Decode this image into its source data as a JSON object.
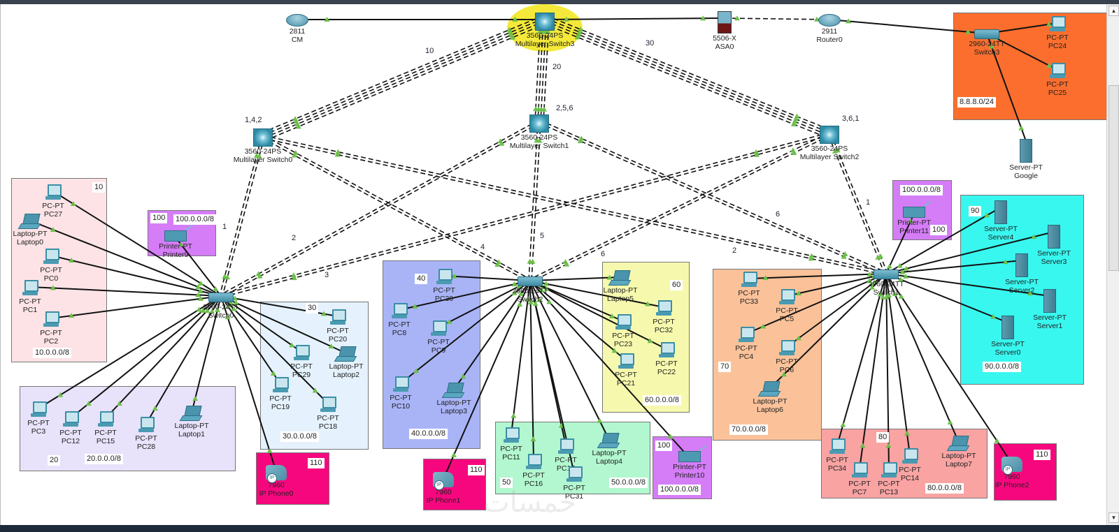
{
  "colors": {
    "link_arrow": "#6cbf4a",
    "area_vlan10": "#fde3e6",
    "area_vlan20": "#e8e2fa",
    "area_vlan30": "#e5f2fd",
    "area_vlan40": "#a9b4f7",
    "area_vlan50": "#b2f7cf",
    "area_vlan60": "#f6f9ad",
    "area_vlan70": "#fbc29a",
    "area_vlan80": "#f9a3a3",
    "area_vlan90": "#38f7ef",
    "area_printer": "#d57cf7",
    "area_phone": "#f7077e",
    "area_internet": "#fb6e2e",
    "highlight": "#f4e93a"
  },
  "core": {
    "cm": {
      "model": "2811",
      "name": "CM"
    },
    "mls3": {
      "model": "3560-24PS",
      "name": "Multilayer Switch3"
    },
    "asa": {
      "model": "5506-X",
      "name": "ASA0"
    },
    "router": {
      "model": "2911",
      "name": "Router0"
    },
    "mls0": {
      "model": "3560-24PS",
      "name": "Multilayer Switch0",
      "vlans": "1,4,2"
    },
    "mls1": {
      "model": "3560-24PS",
      "name": "Multilayer Switch1",
      "vlans": "2,5,6"
    },
    "mls2": {
      "model": "3560-24PS",
      "name": "Multilayer Switch2",
      "vlans": "3,6,1"
    }
  },
  "link_labels": [
    "10",
    "20",
    "30",
    "1",
    "2",
    "3",
    "4",
    "5",
    "6",
    "6",
    "2",
    "1"
  ],
  "access_switches": [
    {
      "model": "2960-24TT",
      "name": "Switch0"
    },
    {
      "model": "2960-24TT",
      "name": "Switch2"
    },
    {
      "model": "2960-24TT",
      "name": "Switch1"
    },
    {
      "model": "2960-24TT",
      "name": "Switch3"
    }
  ],
  "areas": {
    "vlan10": {
      "vlan": "10",
      "subnet": "10.0.0.0/8",
      "devices": [
        {
          "type": "PC-PT",
          "name": "PC27"
        },
        {
          "type": "Laptop-PT",
          "name": "Laptop0"
        },
        {
          "type": "PC-PT",
          "name": "PC0"
        },
        {
          "type": "PC-PT",
          "name": "PC1"
        },
        {
          "type": "PC-PT",
          "name": "PC2"
        }
      ]
    },
    "vlan20": {
      "vlan": "20",
      "subnet": "20.0.0.0/8",
      "devices": [
        {
          "type": "PC-PT",
          "name": "PC3"
        },
        {
          "type": "PC-PT",
          "name": "PC12"
        },
        {
          "type": "PC-PT",
          "name": "PC15"
        },
        {
          "type": "PC-PT",
          "name": "PC28"
        },
        {
          "type": "Laptop-PT",
          "name": "Laptop1"
        }
      ]
    },
    "vlan30": {
      "vlan": "30",
      "subnet": "30.0.0.0/8",
      "devices": [
        {
          "type": "PC-PT",
          "name": "PC20"
        },
        {
          "type": "PC-PT",
          "name": "PC29"
        },
        {
          "type": "Laptop-PT",
          "name": "Laptop2"
        },
        {
          "type": "PC-PT",
          "name": "PC19"
        },
        {
          "type": "PC-PT",
          "name": "PC18"
        }
      ]
    },
    "vlan40": {
      "vlan": "40",
      "subnet": "40.0.0.0/8",
      "devices": [
        {
          "type": "PC-PT",
          "name": "PC30"
        },
        {
          "type": "PC-PT",
          "name": "PC8"
        },
        {
          "type": "PC-PT",
          "name": "PC9"
        },
        {
          "type": "PC-PT",
          "name": "PC10"
        },
        {
          "type": "Laptop-PT",
          "name": "Laptop3"
        }
      ]
    },
    "vlan50": {
      "vlan": "50",
      "subnet": "50.0.0.0/8",
      "devices": [
        {
          "type": "PC-PT",
          "name": "PC11"
        },
        {
          "type": "PC-PT",
          "name": "PC16"
        },
        {
          "type": "PC-PT",
          "name": "PC17"
        },
        {
          "type": "PC-PT",
          "name": "PC31"
        },
        {
          "type": "Laptop-PT",
          "name": "Laptop4"
        }
      ]
    },
    "vlan60": {
      "vlan": "60",
      "subnet": "60.0.0.0/8",
      "devices": [
        {
          "type": "Laptop-PT",
          "name": "Laptop5"
        },
        {
          "type": "PC-PT",
          "name": "PC32"
        },
        {
          "type": "PC-PT",
          "name": "PC23"
        },
        {
          "type": "PC-PT",
          "name": "PC22"
        },
        {
          "type": "PC-PT",
          "name": "PC21"
        }
      ]
    },
    "vlan70": {
      "vlan": "70",
      "subnet": "70.0.0.0/8",
      "devices": [
        {
          "type": "PC-PT",
          "name": "PC33"
        },
        {
          "type": "PC-PT",
          "name": "PC5"
        },
        {
          "type": "PC-PT",
          "name": "PC4"
        },
        {
          "type": "PC-PT",
          "name": "PC6"
        },
        {
          "type": "Laptop-PT",
          "name": "Laptop6"
        }
      ]
    },
    "vlan80": {
      "vlan": "80",
      "subnet": "80.0.0.0/8",
      "devices": [
        {
          "type": "PC-PT",
          "name": "PC34"
        },
        {
          "type": "PC-PT",
          "name": "PC7"
        },
        {
          "type": "PC-PT",
          "name": "PC13"
        },
        {
          "type": "PC-PT",
          "name": "PC14"
        },
        {
          "type": "Laptop-PT",
          "name": "Laptop7"
        }
      ]
    },
    "vlan90": {
      "vlan": "90",
      "subnet": "90.0.0.0/8",
      "devices": [
        {
          "type": "Server-PT",
          "name": "Server4"
        },
        {
          "type": "Server-PT",
          "name": "Server3"
        },
        {
          "type": "Server-PT",
          "name": "Server2"
        },
        {
          "type": "Server-PT",
          "name": "Server1"
        },
        {
          "type": "Server-PT",
          "name": "Server0"
        }
      ]
    },
    "printer9": {
      "vlan": "100",
      "subnet": "100.0.0.0/8",
      "device": {
        "type": "Printer-PT",
        "name": "Printer9"
      }
    },
    "printer10": {
      "vlan": "100",
      "subnet": "100.0.0.0/8",
      "device": {
        "type": "Printer-PT",
        "name": "Printer10"
      }
    },
    "printer11": {
      "vlan": "100",
      "subnet": "100.0.0.0/8",
      "device": {
        "type": "Printer-PT",
        "name": "Printer11"
      }
    },
    "phone0": {
      "vlan": "110",
      "device": {
        "type": "7960",
        "name": "IP Phone0"
      }
    },
    "phone1": {
      "vlan": "110",
      "device": {
        "type": "7960",
        "name": "IP Phone1"
      }
    },
    "phone2": {
      "vlan": "110",
      "device": {
        "type": "7960",
        "name": "IP Phone2"
      }
    },
    "internet": {
      "subnet": "8.8.8.0/24",
      "devices": [
        {
          "type": "PC-PT",
          "name": "PC24"
        },
        {
          "type": "PC-PT",
          "name": "PC25"
        }
      ],
      "server": {
        "type": "Server-PT",
        "name": "Google"
      }
    }
  },
  "phone_badge": "IP",
  "watermark": "خمسات"
}
